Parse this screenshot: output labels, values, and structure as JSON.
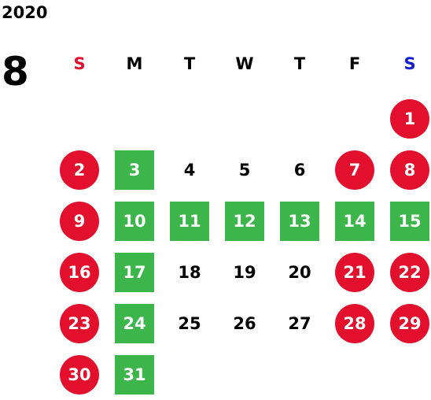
{
  "header": {
    "year": "2020",
    "month": "8"
  },
  "colors": {
    "holiday": "#e3102d",
    "open": "#3cb54a",
    "sunday_label": "#e3102d",
    "saturday_label": "#1020d0",
    "weekday_label": "#000000"
  },
  "weekdays": [
    "S",
    "M",
    "T",
    "W",
    "T",
    "F",
    "S"
  ],
  "calendar": {
    "first_weekday_index": 6,
    "days": [
      {
        "label": "1",
        "type": "holiday"
      },
      {
        "label": "2",
        "type": "holiday"
      },
      {
        "label": "3",
        "type": "open"
      },
      {
        "label": "4",
        "type": "plain"
      },
      {
        "label": "5",
        "type": "plain"
      },
      {
        "label": "6",
        "type": "plain"
      },
      {
        "label": "7",
        "type": "holiday"
      },
      {
        "label": "8",
        "type": "holiday"
      },
      {
        "label": "9",
        "type": "holiday"
      },
      {
        "label": "10",
        "type": "open"
      },
      {
        "label": "11",
        "type": "open"
      },
      {
        "label": "12",
        "type": "open"
      },
      {
        "label": "13",
        "type": "open"
      },
      {
        "label": "14",
        "type": "open"
      },
      {
        "label": "15",
        "type": "open"
      },
      {
        "label": "16",
        "type": "holiday"
      },
      {
        "label": "17",
        "type": "open"
      },
      {
        "label": "18",
        "type": "plain"
      },
      {
        "label": "19",
        "type": "plain"
      },
      {
        "label": "20",
        "type": "plain"
      },
      {
        "label": "21",
        "type": "holiday"
      },
      {
        "label": "22",
        "type": "holiday"
      },
      {
        "label": "23",
        "type": "holiday"
      },
      {
        "label": "24",
        "type": "open"
      },
      {
        "label": "25",
        "type": "plain"
      },
      {
        "label": "26",
        "type": "plain"
      },
      {
        "label": "27",
        "type": "plain"
      },
      {
        "label": "28",
        "type": "holiday"
      },
      {
        "label": "29",
        "type": "holiday"
      },
      {
        "label": "30",
        "type": "holiday"
      },
      {
        "label": "31",
        "type": "open"
      }
    ]
  }
}
